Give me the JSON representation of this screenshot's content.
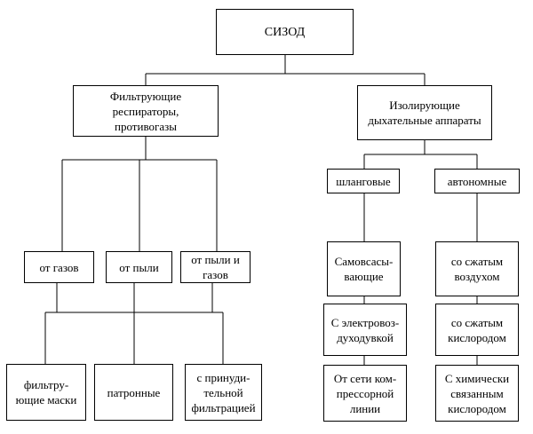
{
  "diagram": {
    "root": {
      "label": "СИЗОД"
    },
    "filter_branch": {
      "label": "Фильтрующие\nреспираторы,\nпротивогазы",
      "types": [
        {
          "label": "от газов"
        },
        {
          "label": "от пыли"
        },
        {
          "label": "от пыли и\nгазов"
        }
      ],
      "devices": [
        {
          "label": "фильтру-\nющие маски"
        },
        {
          "label": "патронные"
        },
        {
          "label": "с принуди-\nтельной\nфильтрацией"
        }
      ]
    },
    "isolating_branch": {
      "label": "Изолирующие\nдыхательные аппараты",
      "hose": {
        "label": "шланговые",
        "items": [
          {
            "label": "Самовсасы-\nвающие"
          },
          {
            "label": "С электровоз-\nдуходувкой"
          },
          {
            "label": "От сети ком-\nпрессорной\nлинии"
          }
        ]
      },
      "autonomous": {
        "label": "автономные",
        "items": [
          {
            "label": "со сжатым\nвоздухом"
          },
          {
            "label": "со сжатым\nкислородом"
          },
          {
            "label": "С химически\nсвязанным\nкислородом"
          }
        ]
      }
    }
  }
}
